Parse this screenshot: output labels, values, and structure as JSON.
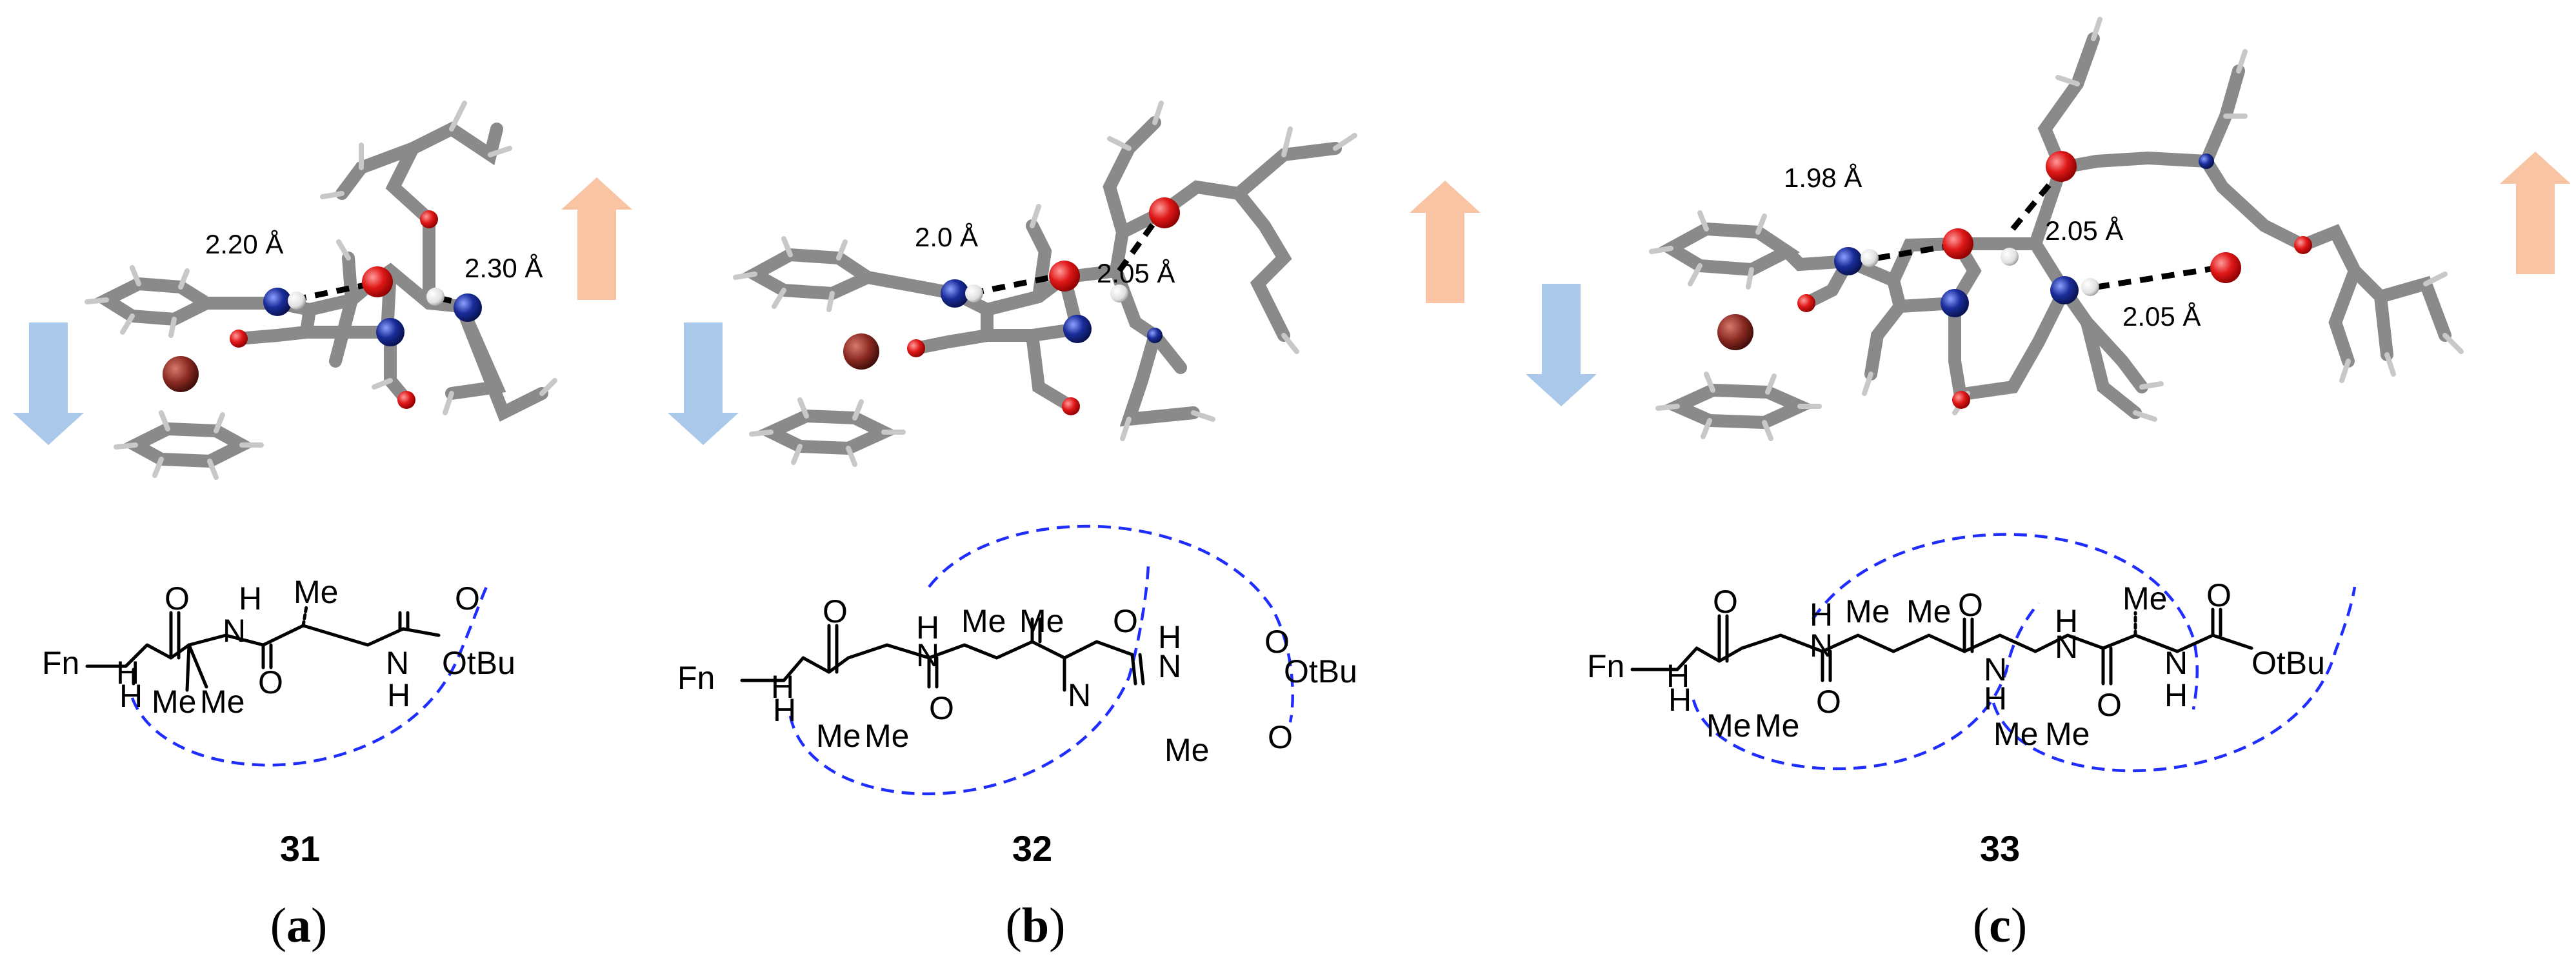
{
  "colors": {
    "up_arrow": "#f8c4a3",
    "down_arrow": "#a9c8ea",
    "oxygen": "#e01818",
    "nitrogen": "#1a2d9a",
    "hydrogen": "#e8e8e8",
    "metal": "#8b2a22",
    "carbon": "#8a8a8a",
    "hbond_arc": "#1f2dff"
  },
  "panels": [
    {
      "letter": "a",
      "compound": "31",
      "distances": [
        "2.20 Å",
        "2.30 Å"
      ],
      "labels": {
        "fn": "Fn",
        "h_nh": "H",
        "o1": "O",
        "h_up": "H",
        "n_mid": "N",
        "me_top": "Me",
        "o2": "O",
        "n_c": "N",
        "h_c": "H",
        "o_t": "O",
        "otbu": "OtBu",
        "me1": "Me",
        "me2": "Me"
      }
    },
    {
      "letter": "b",
      "compound": "32",
      "distances": [
        "2.0 Å",
        "2.05 Å"
      ],
      "labels": {
        "fn": "Fn",
        "h_nh": "H",
        "o1": "O",
        "h_up": "H",
        "n_mid": "N",
        "me_a": "Me",
        "me_b": "Me",
        "o_up": "O",
        "n_c": "N",
        "h_c": "H",
        "o_low": "O",
        "h_r": "H",
        "n_r": "N",
        "me_c": "Me",
        "o_t": "O",
        "otbu": "OtBu",
        "o_b": "O",
        "me1": "Me",
        "me2": "Me"
      }
    },
    {
      "letter": "c",
      "compound": "33",
      "distances": [
        "1.98 Å",
        "2.05 Å",
        "2.05 Å"
      ],
      "labels": {
        "fn": "Fn",
        "h_nh": "H",
        "o1": "O",
        "h_up": "H",
        "n_mid": "N",
        "me_a": "Me",
        "me_b": "Me",
        "o_low": "O",
        "n_c": "N",
        "h_c": "H",
        "o_up": "O",
        "me_c": "Me",
        "me_d": "Me",
        "h_r": "H",
        "n_r": "N",
        "o_low2": "O",
        "me_e": "Me",
        "n_r2": "N",
        "h_r2": "H",
        "o_t": "O",
        "otbu": "OtBu",
        "me1": "Me",
        "me2": "Me"
      }
    }
  ]
}
